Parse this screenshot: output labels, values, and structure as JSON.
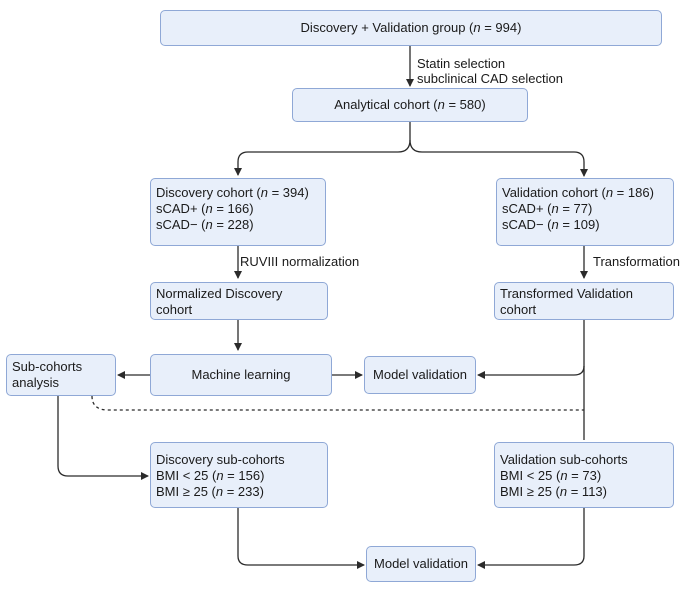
{
  "boxes": {
    "top": {
      "pre": "Discovery + Validation group (",
      "n": "n",
      "post": " = 994)"
    },
    "analytical": {
      "pre": "Analytical cohort (",
      "n": "n",
      "post": " = 580)"
    },
    "discovery": {
      "l1_pre": "Discovery cohort (",
      "l1_n": "n",
      "l1_post": " = 394)",
      "l2_pre": "sCAD+ (",
      "l2_n": "n",
      "l2_post": " = 166)",
      "l3_pre": "sCAD− (",
      "l3_n": "n",
      "l3_post": " = 228)"
    },
    "validation": {
      "l1_pre": "Validation cohort (",
      "l1_n": "n",
      "l1_post": " = 186)",
      "l2_pre": "sCAD+ (",
      "l2_n": "n",
      "l2_post": " = 77)",
      "l3_pre": "sCAD− (",
      "l3_n": "n",
      "l3_post": " = 109)"
    },
    "normalized": {
      "l1": "Normalized Discovery",
      "l2": "cohort"
    },
    "transformed": {
      "l1": "Transformed Validation",
      "l2": "cohort"
    },
    "subcohorts_analysis": {
      "l1": "Sub-cohorts",
      "l2": "analysis"
    },
    "machine_learning": "Machine learning",
    "model_validation_mid": "Model validation",
    "discovery_sub": {
      "l1": "Discovery sub-cohorts",
      "l2_pre": "BMI < 25 (",
      "l2_n": "n",
      "l2_post": " = 156)",
      "l3_pre": "BMI ≥ 25 (",
      "l3_n": "n",
      "l3_post": " = 233)"
    },
    "validation_sub": {
      "l1": "Validation sub-cohorts",
      "l2_pre": "BMI < 25 (",
      "l2_n": "n",
      "l2_post": " = 73)",
      "l3_pre": "BMI ≥ 25 (",
      "l3_n": "n",
      "l3_post": " = 113)"
    },
    "model_validation_bottom": "Model validation"
  },
  "labels": {
    "statin": "Statin selection",
    "subclinical": "subclinical CAD selection",
    "ruviii": "RUVIII normalization",
    "transformation": "Transformation"
  },
  "colors": {
    "box_fill": "#e8effa",
    "box_border": "#8fa8d6",
    "line": "#2b2b2b"
  }
}
